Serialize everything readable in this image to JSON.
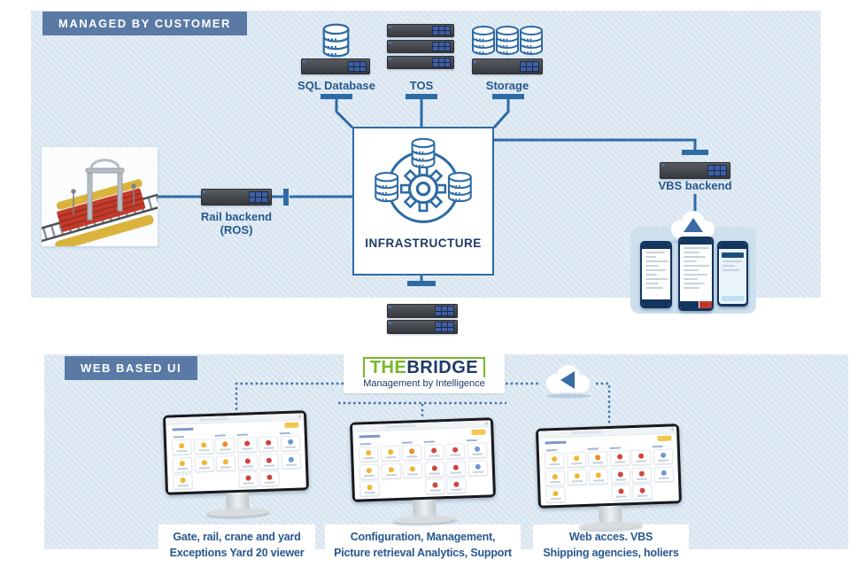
{
  "top_section": {
    "badge": "MANAGED BY CUSTOMER",
    "nodes": {
      "sql": {
        "label": "SQL Database"
      },
      "tos": {
        "label": "TOS"
      },
      "storage": {
        "label": "Storage"
      },
      "infrastructure": {
        "label": "INFRASTRUCTURE"
      },
      "rail": {
        "label1": "Rail backend",
        "label2": "(ROS)"
      },
      "vbs": {
        "label": "VBS backend"
      }
    }
  },
  "bottom_section": {
    "badge": "WEB BASED UI",
    "logo": {
      "word1": "THE",
      "word2": "BRIDGE",
      "tagline": "Management by Intelligence"
    },
    "monitors": [
      {
        "caption": [
          "Gate, rail, crane and yard",
          "Exceptions Yard 20 viewer"
        ]
      },
      {
        "caption": [
          "Configuration, Management,",
          "Picture retrieval Analytics, Support"
        ]
      },
      {
        "caption": [
          "Web acces. VBS",
          "Shipping agencies, holiers"
        ]
      }
    ],
    "dashboard_tiles": [
      [
        "yellow",
        "yellow",
        "orange",
        "red",
        "red",
        "blue"
      ],
      [
        "yellow",
        "yellow",
        "yellow",
        "red",
        "red",
        "blue"
      ],
      [
        "yellow",
        null,
        null,
        "red",
        "red",
        null
      ]
    ]
  },
  "icons": {
    "database": "cylinder-stack",
    "server": "rack-unit",
    "infrastructure": "databases-around-gear-circle",
    "cloud_upload": "cloud-with-up-arrow",
    "cloud_transfer": "cloud-with-left-arrow",
    "monitor": "desktop-dashboard",
    "smartphone": "mobile-app-mockup",
    "rail_portal": "rail-ocr-portal-photo"
  },
  "colors": {
    "badge_bg": "#5a7aa5",
    "connector": "#2e6ba5",
    "label_text": "#28588e",
    "section_bg": "#d9e6f1",
    "logo_green": "#76b82a",
    "logo_navy": "#1e3a67",
    "cloud_arrow": "#3a6ca6",
    "dashboard_button": "#f4c64d",
    "tile_yellow": "#f2b632",
    "tile_orange": "#ee8b2c",
    "tile_red": "#d0453e",
    "tile_blue": "#6b9bd2"
  }
}
